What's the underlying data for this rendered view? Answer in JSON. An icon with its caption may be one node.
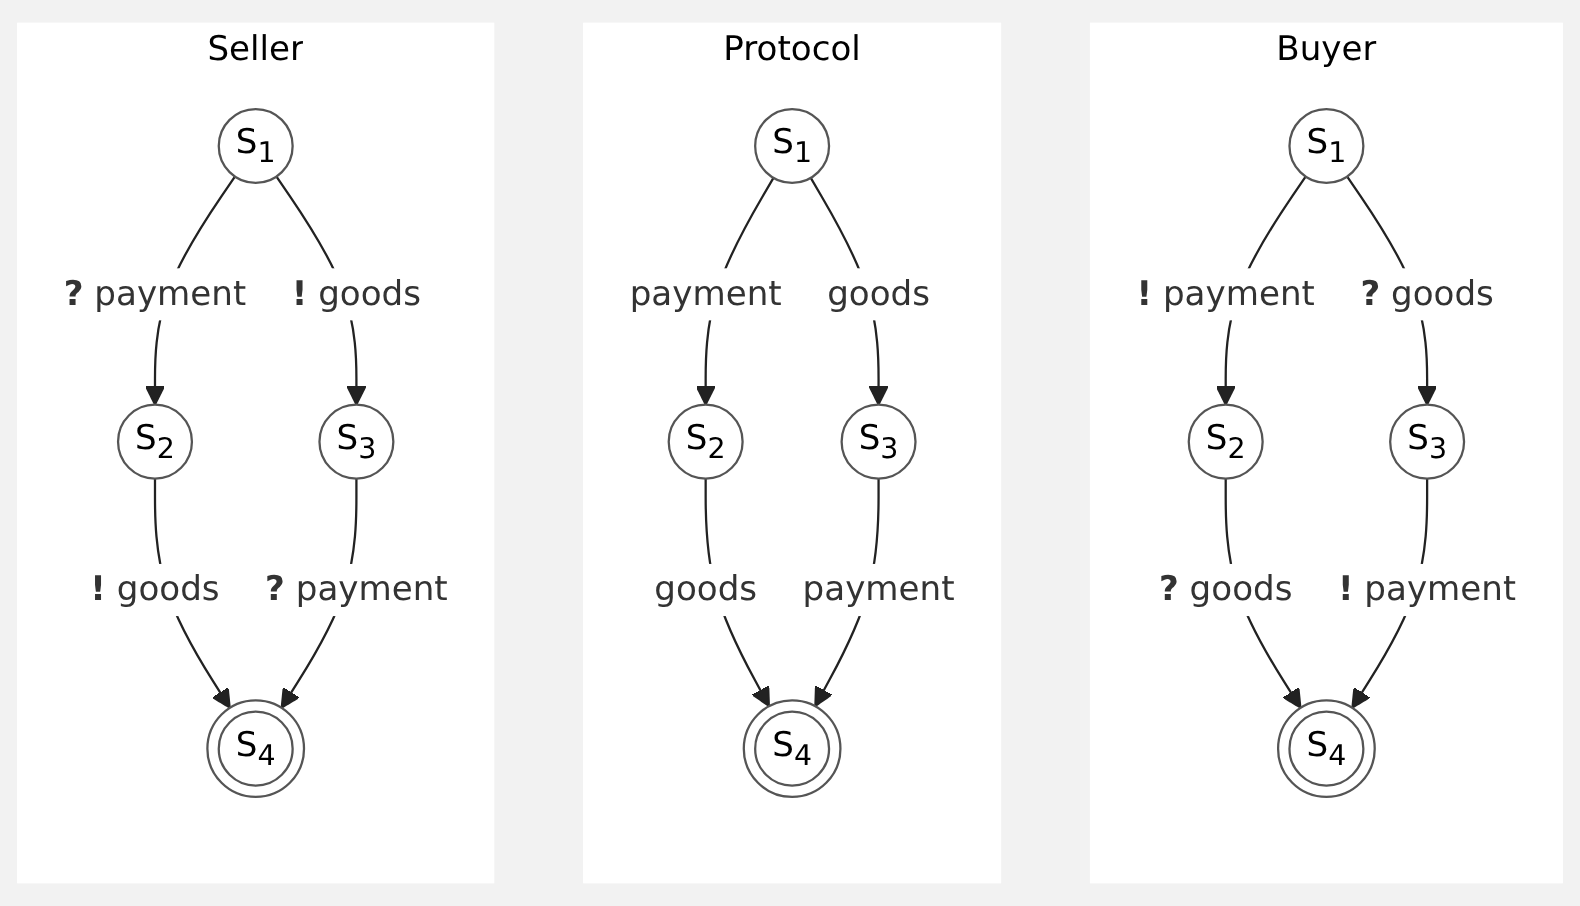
{
  "diagram": {
    "nodes": [
      {
        "text": [
          "Buyer"
        ]
      },
      {
        "text": [
          "S$_{1}$"
        ],
        "in": 0
      },
      {
        "text": [
          "S$_{2}$"
        ],
        "in": 0
      },
      {
        "text": [
          "S$_{3}$"
        ],
        "in": 0
      },
      {
        "text": [
          "S$_{4}$"
        ],
        "in": 0
      },
      {
        "text": [
          "Protocol"
        ]
      },
      {
        "text": [
          "S$_{1}$"
        ],
        "in": 5
      },
      {
        "text": [
          "S$_{2}$"
        ],
        "in": 5
      },
      {
        "text": [
          "S$_{3}$"
        ],
        "in": 5
      },
      {
        "text": [
          "S$_{4}$"
        ],
        "in": 5
      },
      {
        "text": [
          "Seller"
        ]
      },
      {
        "text": [
          "S$_{1}$"
        ],
        "in": 10
      },
      {
        "text": [
          "S$_{2}$"
        ],
        "in": 10
      },
      {
        "text": [
          "S$_{3}$"
        ],
        "in": 10
      },
      {
        "text": [
          "S$_{4}$"
        ],
        "in": 10
      }
    ],
    "edges": [
      {
        "from": 1,
        "to": 2,
        "arrow": "to",
        "label": "**!** payment"
      },
      {
        "from": 1,
        "to": 3,
        "arrow": "to",
        "label": "**?** goods"
      },
      {
        "from": 2,
        "to": 4,
        "arrow": "to",
        "label": "**?** goods"
      },
      {
        "from": 3,
        "to": 4,
        "arrow": "to",
        "label": "**!** payment"
      },
      {
        "from": 6,
        "to": 7,
        "arrow": "to",
        "label": "payment"
      },
      {
        "from": 6,
        "to": 8,
        "arrow": "to",
        "label": "goods"
      },
      {
        "from": 7,
        "to": 9,
        "arrow": "to",
        "label": "goods"
      },
      {
        "from": 8,
        "to": 9,
        "arrow": "to",
        "label": "payment"
      },
      {
        "from": 11,
        "to": 12,
        "arrow": "to",
        "label": "**?** payment"
      },
      {
        "from": 11,
        "to": 13,
        "arrow": "to",
        "label": "**!** goods"
      },
      {
        "from": 12,
        "to": 14,
        "arrow": "to",
        "label": "**!** goods"
      },
      {
        "from": 13,
        "to": 14,
        "arrow": "to",
        "label": "**?** payment"
      }
    ]
  }
}
